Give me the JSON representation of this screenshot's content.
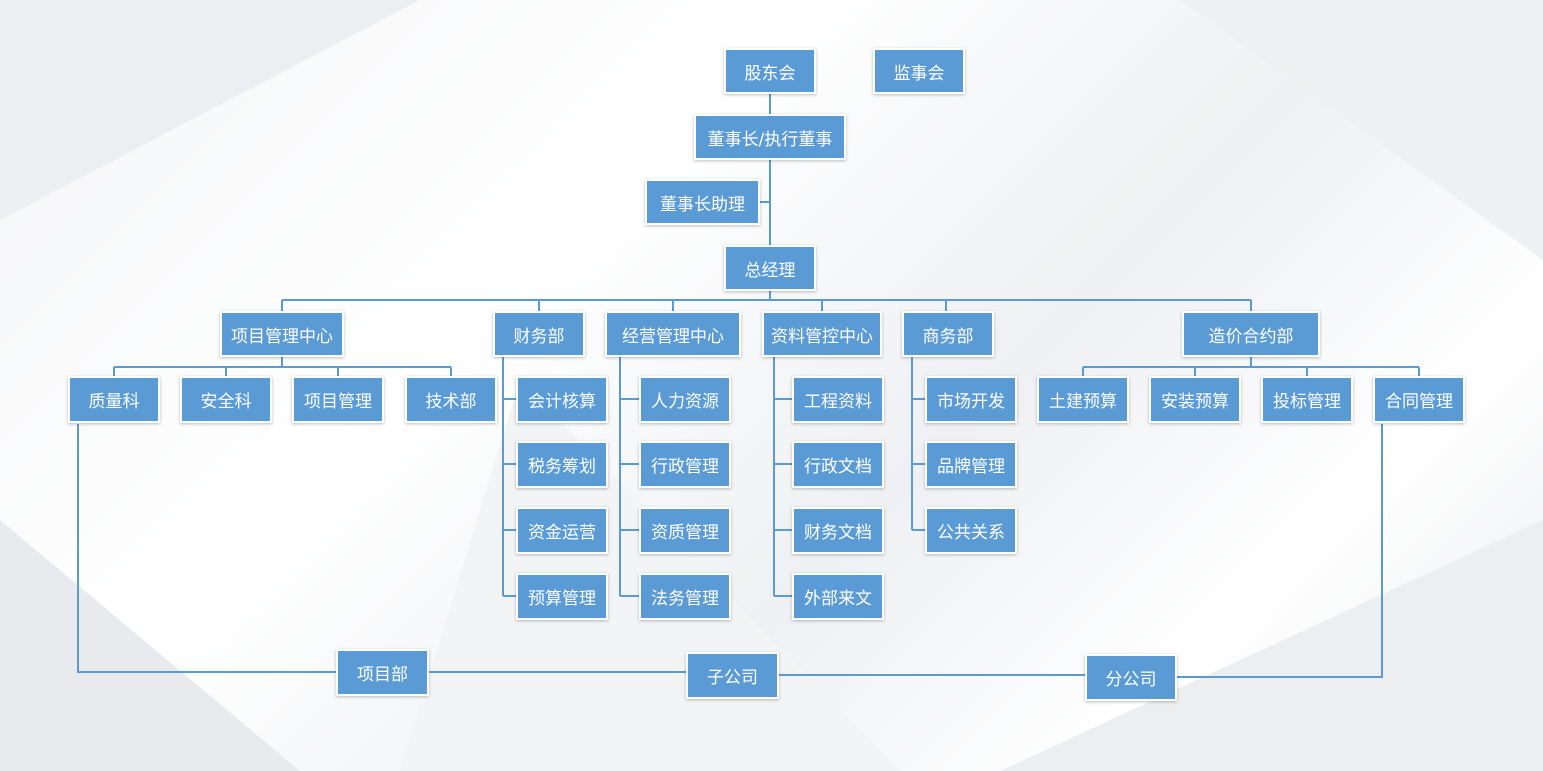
{
  "org": {
    "shareholders": "股东会",
    "supervisors": "监事会",
    "chairman": "董事长/执行董事",
    "chairman_assistant": "董事长助理",
    "general_manager": "总经理",
    "project_center": {
      "name": "项目管理中心",
      "children": [
        "质量科",
        "安全科",
        "项目管理",
        "技术部"
      ]
    },
    "finance": {
      "name": "财务部",
      "children": [
        "会计核算",
        "税务筹划",
        "资金运营",
        "预算管理"
      ]
    },
    "operations": {
      "name": "经营管理中心",
      "children": [
        "人力资源",
        "行政管理",
        "资质管理",
        "法务管理"
      ]
    },
    "records": {
      "name": "资料管控中心",
      "children": [
        "工程资料",
        "行政文档",
        "财务文档",
        "外部来文"
      ]
    },
    "business": {
      "name": "商务部",
      "children": [
        "市场开发",
        "品牌管理",
        "公共关系"
      ]
    },
    "cost_contract": {
      "name": "造价合约部",
      "children": [
        "土建预算",
        "安装预算",
        "投标管理",
        "合同管理"
      ]
    },
    "bottom": {
      "project_dept": "项目部",
      "subsidiary": "子公司",
      "branch": "分公司"
    }
  },
  "colors": {
    "box": "#5b9bd5",
    "line": "#5b9bd5",
    "text": "#ffffff"
  }
}
